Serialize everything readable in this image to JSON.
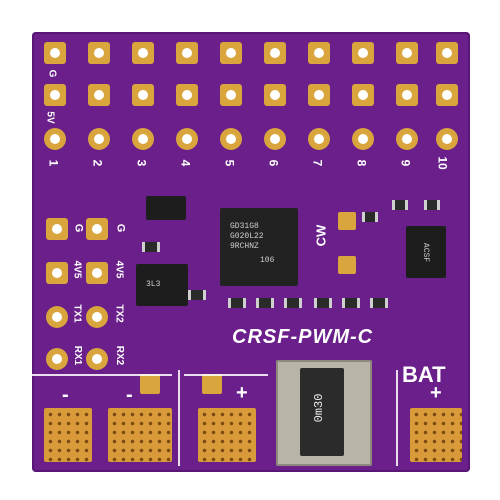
{
  "board": {
    "title_text": "CRSF-PWM-C",
    "bat_label": "BAT",
    "row_g_label": "G",
    "row_5v_label": "5V",
    "channel_labels": [
      "1",
      "2",
      "3",
      "4",
      "5",
      "6",
      "7",
      "8",
      "9",
      "10"
    ],
    "side_labels": {
      "g_left": "G",
      "g_right": "G",
      "v_left": "4V5",
      "v_right": "4V5",
      "tx_left": "TX1",
      "tx_right": "TX2",
      "rx_left": "RX1",
      "rx_right": "RX2"
    },
    "cw_label": "CW",
    "minus_left": "-",
    "minus_mid": "-",
    "plus_mid": "+",
    "plus_bat": "+",
    "inductor_marking": "0m30",
    "mcu_marking": [
      "GD31G8",
      "G020L22",
      "9RCHNZ",
      "106"
    ],
    "small_chip_marking": "ACSF",
    "regulator_marking": "3L3"
  },
  "colors": {
    "pcb": "#6a1f8a",
    "pad": "#d9a53c",
    "silkscreen": "#ffffff"
  }
}
